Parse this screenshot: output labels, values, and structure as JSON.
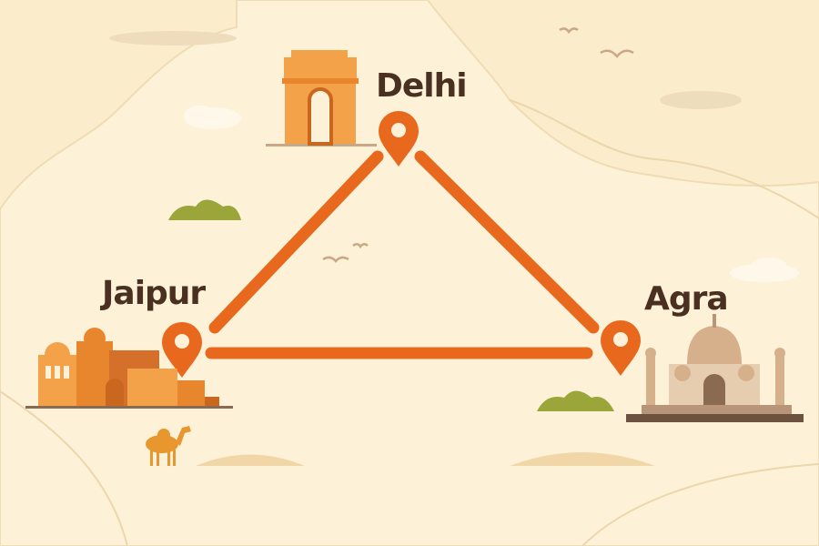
{
  "cities": [
    {
      "name": "Delhi",
      "landmark": "india-gate"
    },
    {
      "name": "Jaipur",
      "landmark": "hawa-mahal-fort"
    },
    {
      "name": "Agra",
      "landmark": "taj-mahal"
    }
  ],
  "colors": {
    "background": "#fbeccb",
    "land": "#fdf2d8",
    "route": "#e8691e",
    "pin": "#e8691e",
    "label": "#4a3020",
    "bush": "#9aa53a"
  }
}
